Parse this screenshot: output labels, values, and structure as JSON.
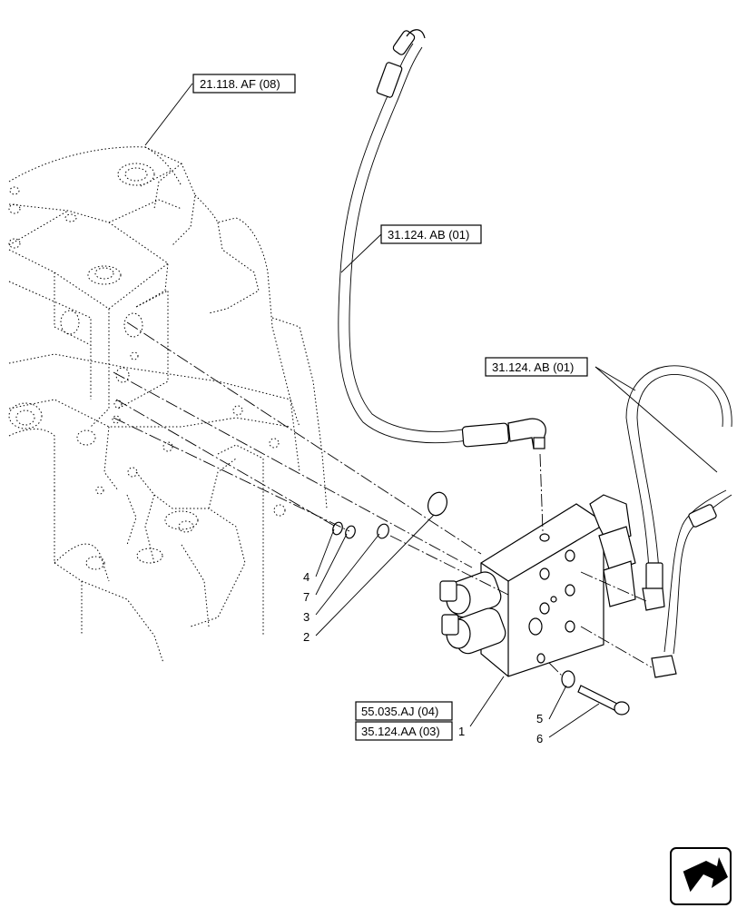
{
  "references": [
    {
      "id": "ref-21-118-af",
      "label": "21.118. AF (08)"
    },
    {
      "id": "ref-31-124-ab-a",
      "label": "31.124. AB (01)"
    },
    {
      "id": "ref-31-124-ab-b",
      "label": "31.124. AB (01)"
    },
    {
      "id": "ref-55-035-aj",
      "label": "55.035.AJ (04)"
    },
    {
      "id": "ref-35-124-aa",
      "label": "35.124.AA (03)"
    }
  ],
  "callouts": [
    "4",
    "7",
    "3",
    "2",
    "1",
    "5",
    "6"
  ]
}
